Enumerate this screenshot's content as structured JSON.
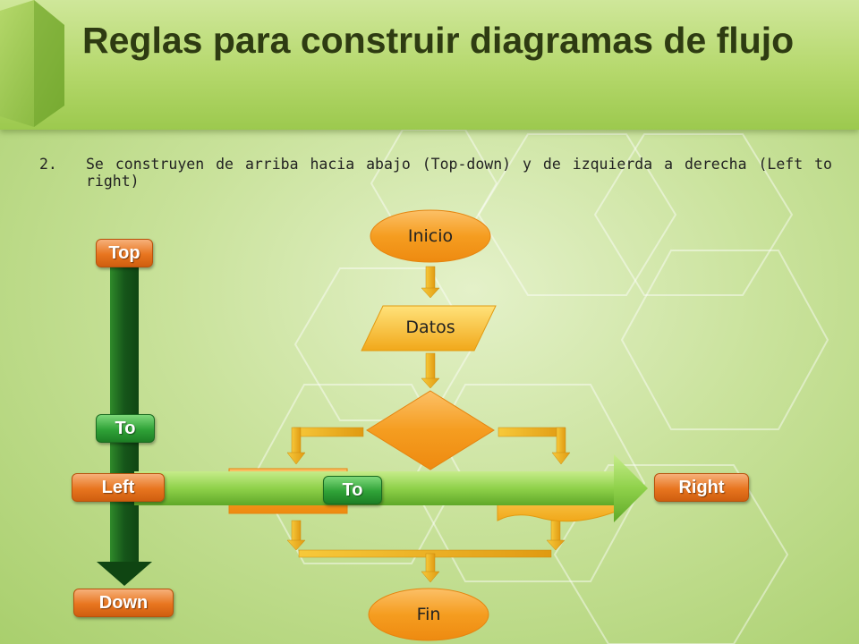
{
  "title": "Reglas para construir diagramas de flujo",
  "rule": {
    "number": "2.",
    "text": "Se construyen de arriba hacia abajo (Top-down) y de izquierda a derecha (Left to right)"
  },
  "diagram": {
    "start": "Inicio",
    "data": "Datos",
    "end": "Fin"
  },
  "labels": {
    "top": "Top",
    "to_vertical": "To",
    "down": "Down",
    "left": "Left",
    "to_horizontal": "To",
    "right": "Right"
  },
  "colors": {
    "title_text": "#2e3b12",
    "flow_orange": "#f29a1c",
    "arrow_gold": "#e8b020",
    "vertical_arrow": "#1e6b1c",
    "horizontal_arrow": "#8fd14a",
    "pill_orange": "#e8751f",
    "pill_green": "#2fa237"
  }
}
